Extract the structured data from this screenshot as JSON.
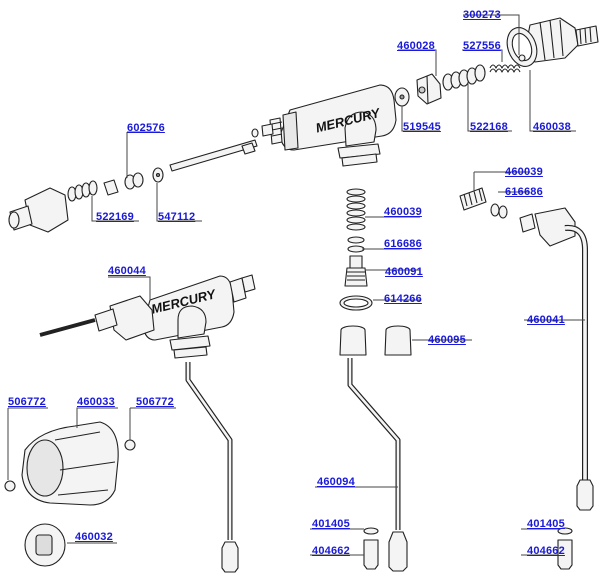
{
  "diagram": {
    "type": "exploded-parts-diagram",
    "brand_text": "MERCURY",
    "colors": {
      "label": "#1a1ad8",
      "line": "#333333",
      "part_fill": "#f4f4f4",
      "part_shade": "#cfcfcf"
    },
    "parts": [
      {
        "id": "p-300273",
        "number": "300273",
        "description": "small ball / seat"
      },
      {
        "id": "p-460028",
        "number": "460028",
        "description": "hex nut"
      },
      {
        "id": "p-527556",
        "number": "527556",
        "description": "small spring"
      },
      {
        "id": "p-519545",
        "number": "519545",
        "description": "washer"
      },
      {
        "id": "p-522168",
        "number": "522168",
        "description": "spring"
      },
      {
        "id": "p-460038",
        "number": "460038",
        "description": "valve body with gasket"
      },
      {
        "id": "p-602576",
        "number": "602576",
        "description": "bushing"
      },
      {
        "id": "p-522169",
        "number": "522169",
        "description": "spring"
      },
      {
        "id": "p-547112",
        "number": "547112",
        "description": "washer"
      },
      {
        "id": "p-460039a",
        "number": "460039",
        "description": "spring"
      },
      {
        "id": "p-616686a",
        "number": "616686",
        "description": "o-rings"
      },
      {
        "id": "p-460091",
        "number": "460091",
        "description": "threaded nozzle"
      },
      {
        "id": "p-614266",
        "number": "614266",
        "description": "gasket"
      },
      {
        "id": "p-460095",
        "number": "460095",
        "description": "tube nut"
      },
      {
        "id": "p-460039b",
        "number": "460039",
        "description": "spring"
      },
      {
        "id": "p-616686b",
        "number": "616686",
        "description": "o-rings"
      },
      {
        "id": "p-460041",
        "number": "460041",
        "description": "steam wand tube"
      },
      {
        "id": "p-460044",
        "number": "460044",
        "description": "valve assembly"
      },
      {
        "id": "p-506772a",
        "number": "506772",
        "description": "clip"
      },
      {
        "id": "p-460033",
        "number": "460033",
        "description": "knob housing"
      },
      {
        "id": "p-506772b",
        "number": "506772",
        "description": "clip"
      },
      {
        "id": "p-460032",
        "number": "460032",
        "description": "knob cap"
      },
      {
        "id": "p-460094",
        "number": "460094",
        "description": "hot water tube"
      },
      {
        "id": "p-401405a",
        "number": "401405",
        "description": "o-ring"
      },
      {
        "id": "p-404662a",
        "number": "404662",
        "description": "tip"
      },
      {
        "id": "p-401405b",
        "number": "401405",
        "description": "o-ring"
      },
      {
        "id": "p-404662b",
        "number": "404662",
        "description": "tip"
      }
    ]
  }
}
